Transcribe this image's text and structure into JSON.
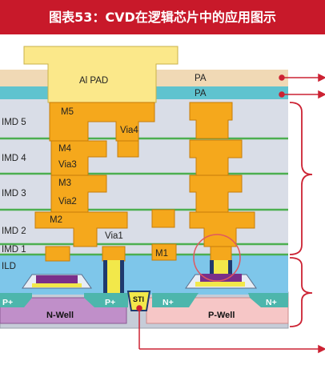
{
  "title": "图表53：CVD在逻辑芯片中的应用图示",
  "labels": {
    "al_pad": "Al PAD",
    "pa_top": "PA",
    "pa_bottom": "PA",
    "imd5": "IMD 5",
    "imd4": "IMD 4",
    "imd3": "IMD 3",
    "imd2": "IMD 2",
    "imd1": "IMD 1",
    "ild": "ILD",
    "m5": "M5",
    "m4": "M4",
    "m3": "M3",
    "m2": "M2",
    "m1": "M1",
    "via4": "Via4",
    "via3": "Via3",
    "via2": "Via2",
    "via1": "Via1",
    "pplus_left": "P+",
    "pplus_mid": "P+",
    "nplus_mid": "N+",
    "nplus_right": "N+",
    "sti": "STI",
    "nwell": "N-Well",
    "pwell": "P-Well"
  },
  "colors": {
    "banner": "#c8192a",
    "metal": "#f5a81c",
    "metal_edge": "#c77d0a",
    "dielectric": "#d9dde7",
    "cap_line": "#4caf50",
    "pa_top": "#f0d9b5",
    "pa_bottom": "#5fc3cf",
    "ild": "#7ec6ea",
    "substrate": "#c6ccd8",
    "nwell": "#c08fc9",
    "pwell": "#f6c6c6",
    "diffusion": "#4db6ac",
    "arrow": "#cc2233"
  }
}
